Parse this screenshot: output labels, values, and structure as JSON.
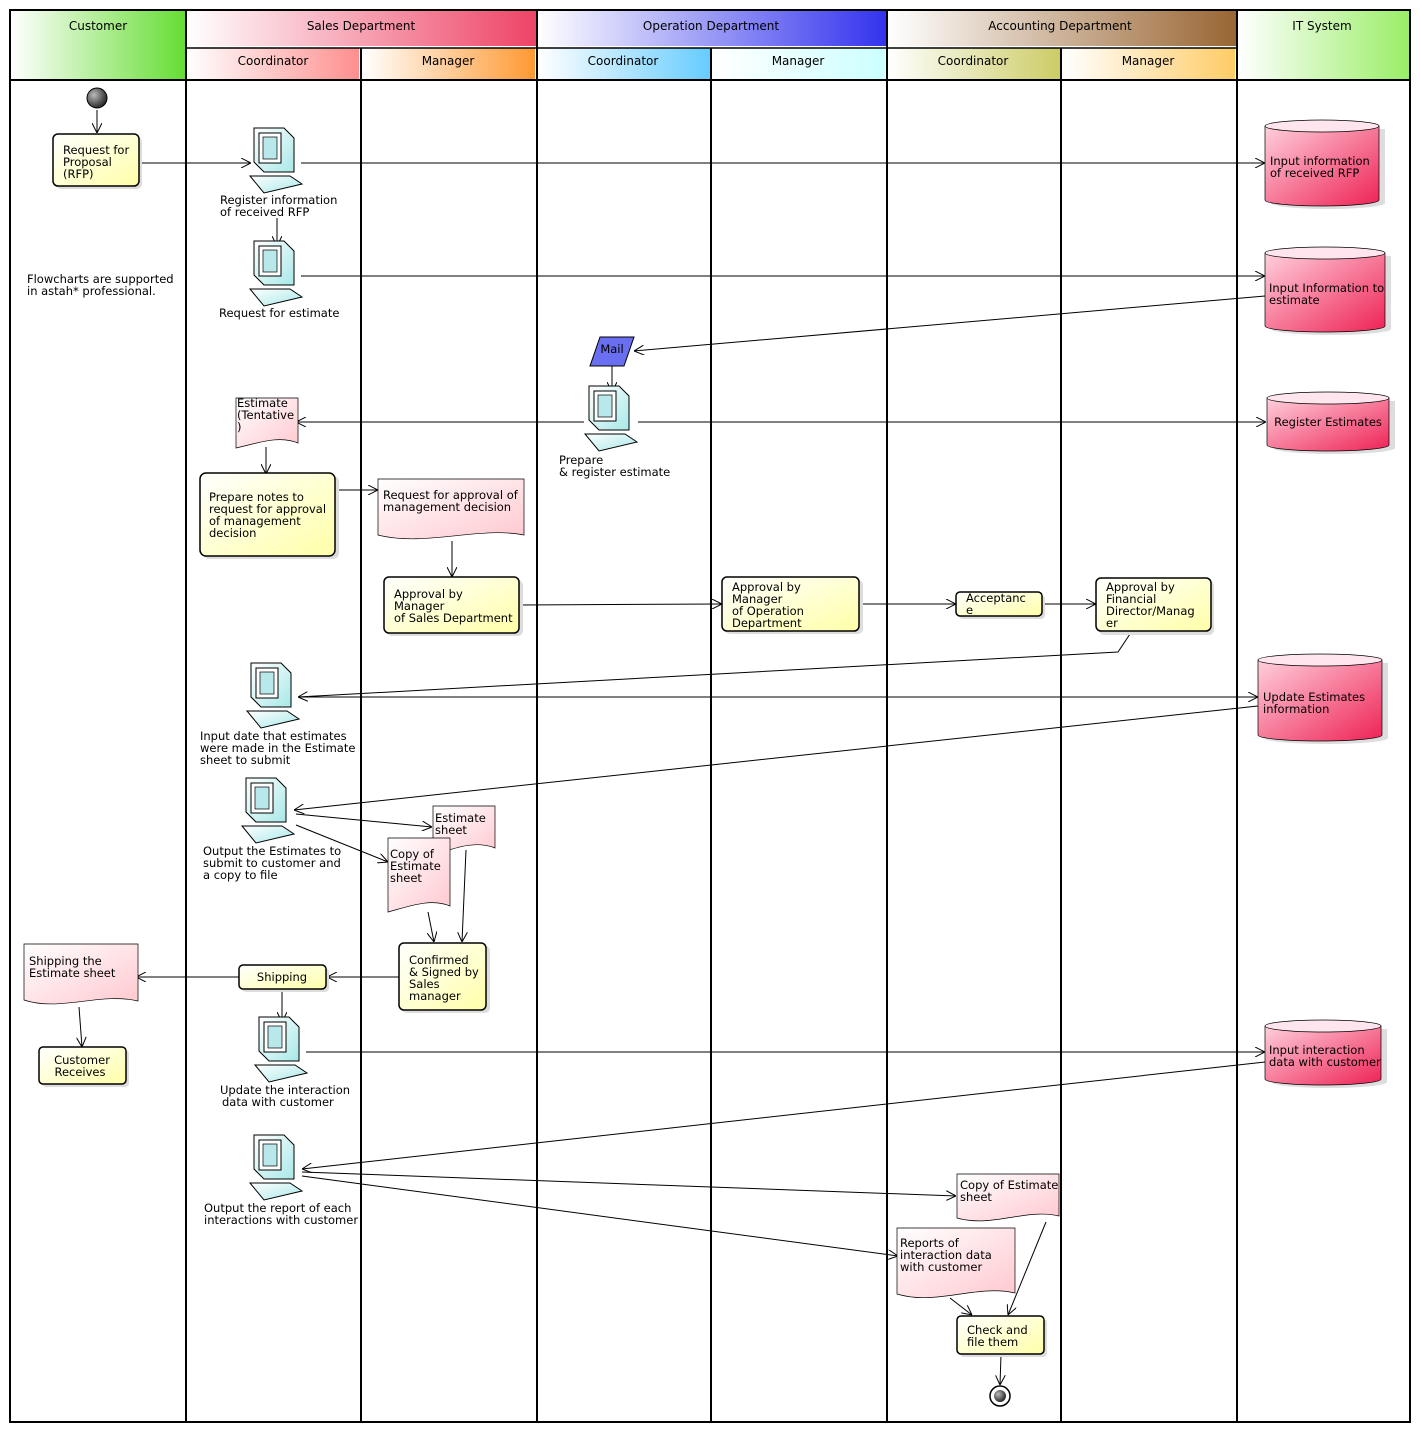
{
  "lanes": {
    "customer": "Customer",
    "sales": "Sales Department",
    "operation": "Operation Department",
    "accounting": "Accounting Department",
    "it": "IT System",
    "sales_coord": "Coordinator",
    "sales_mgr": "Manager",
    "op_coord": "Coordinator",
    "op_mgr": "Manager",
    "acc_coord": "Coordinator",
    "acc_mgr": "Manager"
  },
  "note": [
    "Flowcharts are supported",
    "in astah* professional."
  ],
  "actions": {
    "rfp": [
      "Request for",
      "Proposal",
      "(RFP)"
    ],
    "prepare_notes": [
      "Prepare notes to",
      "request for approval",
      "of  management",
      "decision"
    ],
    "approval_sales": [
      "Approval by",
      "Manager",
      "of Sales Department"
    ],
    "approval_op": [
      "Approval by",
      "Manager",
      "of Operation",
      "Department"
    ],
    "acceptance": [
      "Acceptanc",
      "e"
    ],
    "approval_fin": [
      "Approval by",
      "Financial",
      "Director/Manag",
      "er"
    ],
    "confirmed": [
      "Confirmed",
      "& Signed by",
      "Sales",
      "manager"
    ],
    "shipping": [
      "Shipping"
    ],
    "customer_receives": [
      "Customer",
      "Receives"
    ],
    "check_file": [
      "Check and",
      "file them"
    ]
  },
  "terminals": {
    "register_rfp": [
      "Register information",
      "of received RFP"
    ],
    "request_estimate": [
      "Request for estimate"
    ],
    "prepare_register": [
      "Prepare",
      "& register estimate"
    ],
    "input_date": [
      "Input date that estimates",
      "were made in the Estimate",
      "sheet to submit"
    ],
    "output_estimates": [
      "Output the Estimates to",
      "submit to customer and",
      "a copy to file"
    ],
    "update_interaction": [
      "Update the interaction",
      "data with customer"
    ],
    "output_report": [
      "Output the report of each",
      "interactions with customer"
    ]
  },
  "documents": {
    "estimate_tentative": [
      "Estimate",
      "(Tentative",
      ")"
    ],
    "request_approval": [
      "Request  for approval of",
      "management decision"
    ],
    "estimate_sheet": [
      "Estimate",
      "sheet"
    ],
    "copy_estimate": [
      "Copy of",
      "Estimate",
      "sheet"
    ],
    "shipping_sheet": [
      "Shipping the",
      "Estimate sheet"
    ],
    "copy_estimate_acc": [
      "Copy of Estimate",
      "sheet"
    ],
    "reports_interaction": [
      "Reports of",
      "interaction data",
      "with customer"
    ]
  },
  "io": {
    "mail": "Mail"
  },
  "databases": {
    "input_rfp": [
      "Input information",
      "of received RFP"
    ],
    "input_estimate": [
      "Input Information to",
      "estimate"
    ],
    "register_estimates": [
      "Register Estimates"
    ],
    "update_estimates": [
      "Update Estimates",
      "information"
    ],
    "input_interaction": [
      "Input interaction",
      "data with customer"
    ]
  },
  "colors": {
    "action_fill": "#ffffcc",
    "doc_fill": "#ffe0e4",
    "db_fill": "#f0507a",
    "terminal_fill": "#d8f4f4",
    "mail_fill": "#6a6ef0",
    "customer_header": "#66dd33",
    "sales_header": "#ee4466",
    "operation_header": "#3333ee",
    "accounting_header": "#996633",
    "it_header": "#99ee66"
  }
}
